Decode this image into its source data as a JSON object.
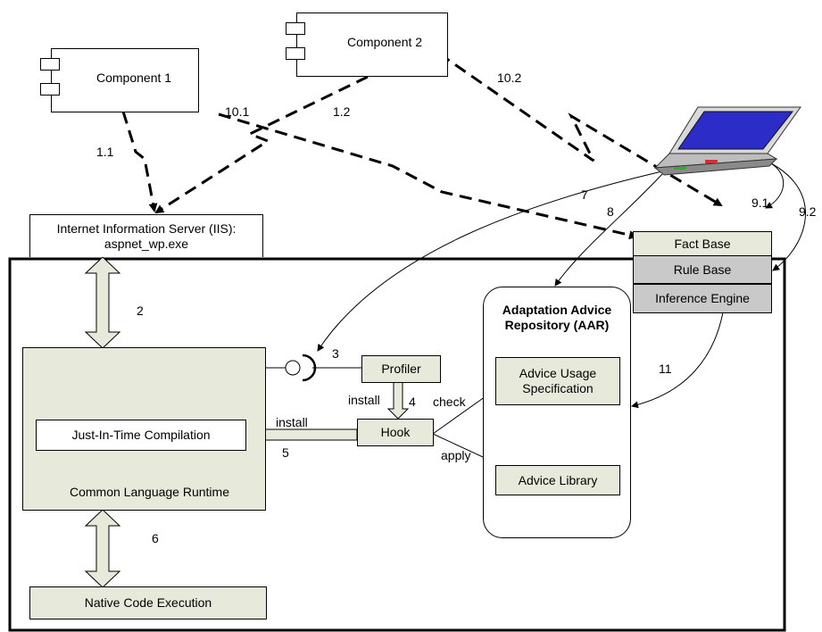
{
  "components": {
    "c1": "Component 1",
    "c2": "Component 2"
  },
  "iis": {
    "line1": "Internet Information Server (IIS):",
    "line2": "aspnet_wp.exe"
  },
  "clr": {
    "label": "Common Language Runtime",
    "jit": "Just-In-Time Compilation"
  },
  "native": "Native Code Execution",
  "profiler": "Profiler",
  "hook": "Hook",
  "aar": {
    "title_line1": "Adaptation Advice",
    "title_line2": "Repository (AAR)",
    "usage_line1": "Advice Usage",
    "usage_line2": "Specification",
    "library": "Advice Library"
  },
  "kb": {
    "fact": "Fact Base",
    "rule": "Rule Base",
    "inference": "Inference Engine"
  },
  "labels": {
    "l1_1": "1.1",
    "l1_2": "1.2",
    "l10_1": "10.1",
    "l10_2": "10.2",
    "l2": "2",
    "l3": "3",
    "l4": "4",
    "l5": "5",
    "l6": "6",
    "l7": "7",
    "l8": "8",
    "l9_1": "9.1",
    "l9_2": "9.2",
    "l11": "11",
    "install_a": "install",
    "install_b": "install",
    "check": "check",
    "apply": "apply"
  },
  "colors": {
    "box_fill": "#e7eadb",
    "kb_grey": "#c9c9c9",
    "laptop_screen": "#2c2cc8"
  }
}
